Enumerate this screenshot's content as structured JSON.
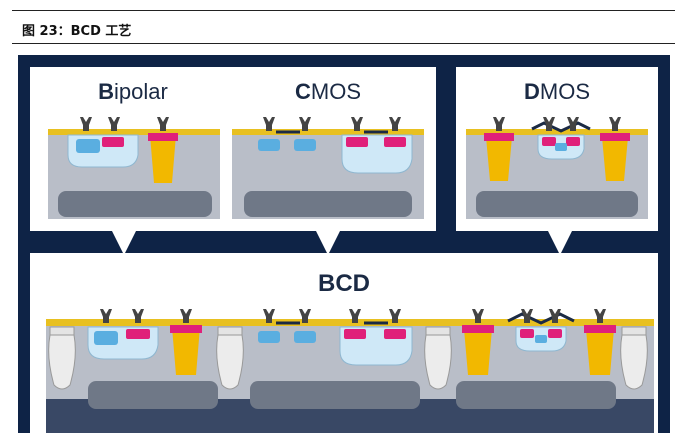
{
  "caption": {
    "label": "图 23：BCD 工艺"
  },
  "figure": {
    "panels": [
      {
        "lead": "B",
        "rest": "ipolar"
      },
      {
        "lead": "C",
        "rest": "MOS"
      },
      {
        "lead": "D",
        "rest": "MOS"
      }
    ],
    "combined": {
      "title": "BCD"
    }
  },
  "colors": {
    "frame": "#0e2346",
    "panel_bg": "#ffffff",
    "oxide": "#e8c020",
    "substrate": "#b9bec8",
    "buried": "#6f7887",
    "base_dark": "#394865",
    "n_region": "#5aaee0",
    "p_region": "#e0207a",
    "well": "#cfe8f7",
    "plug": "#f2b800",
    "contact": "#4a4a4a"
  }
}
